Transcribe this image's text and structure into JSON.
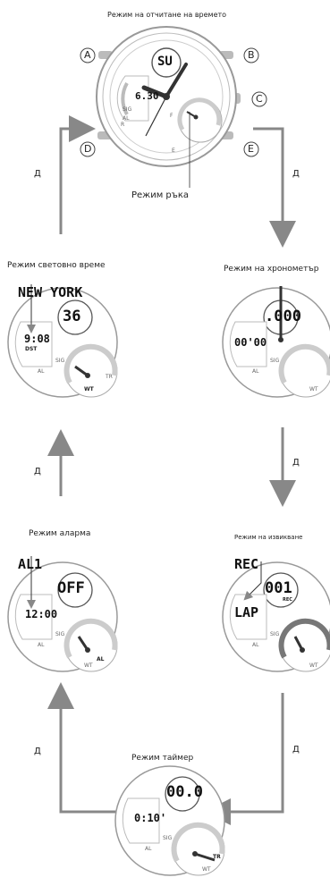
{
  "modes": {
    "timekeeping": {
      "title": "Режим на отчитане на времето",
      "top_display": "SU",
      "left_display": "6.30",
      "buttons": [
        "A",
        "B",
        "C",
        "D",
        "E"
      ],
      "hand_label": "Режим ръка"
    },
    "world_time": {
      "title": "Режим световно време",
      "city": "NEW YORK",
      "top_display": "36",
      "left_display": "9:08",
      "dst_label": "DST",
      "sub_label": "WT"
    },
    "stopwatch": {
      "title": "Режим на хронометър",
      "top_display": ".000",
      "left_display": "00'00"
    },
    "alarm": {
      "title": "Режим аларма",
      "code": "AL1",
      "top_display": "OFF",
      "left_display": "12:00",
      "sub_label": "AL"
    },
    "recall": {
      "title": "Режим на извикване",
      "code": "REC",
      "top_display": "001",
      "rec_label": "REC",
      "left_display": "LAP"
    },
    "timer": {
      "title": "Режим таймер",
      "top_display": "00.0",
      "left_display": "0:10'",
      "sub_label": "TR"
    }
  },
  "dial_labels": {
    "sig": "SIG",
    "al": "AL",
    "tr": "TR",
    "wt": "WT",
    "r": "R",
    "f": "F",
    "e": "E"
  },
  "button_d_label": "Д"
}
